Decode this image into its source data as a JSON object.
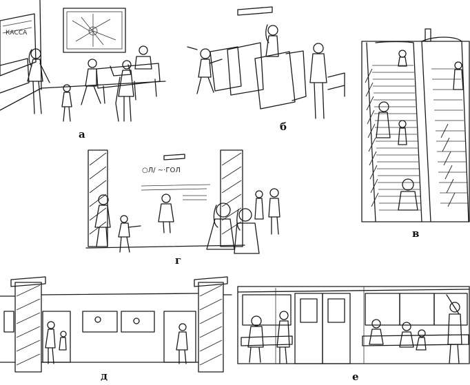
{
  "labels": {
    "a": "а",
    "b": "б",
    "v": "в",
    "g": "г",
    "d": "д",
    "e": "е"
  },
  "colors": {
    "ink": "#1a1a1a",
    "paper": "#ffffff"
  }
}
